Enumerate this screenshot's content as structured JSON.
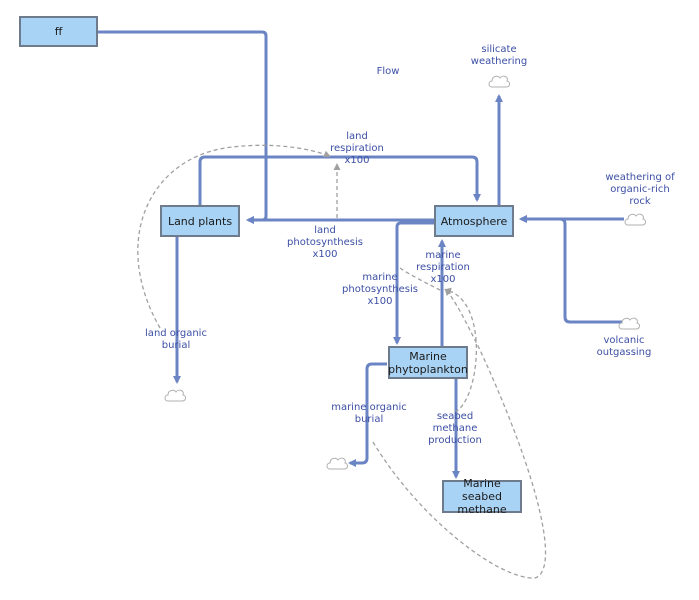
{
  "stocks": {
    "ff": "ff",
    "land_plants": "Land plants",
    "atmosphere": "Atmosphere",
    "marine_phytoplankton": "Marine phytoplankton",
    "marine_seabed_methane": "Marine seabed methane"
  },
  "labels": {
    "flow": "Flow",
    "silicate_weathering": "silicate weathering",
    "land_respiration": "land respiration x100",
    "weathering_organic_rock": "weathering of organic-rich rock",
    "land_photosynthesis": "land photosynthesis x100",
    "marine_respiration": "marine respiration x100",
    "marine_photosynthesis": "marine photosynthesis x100",
    "land_organic_burial": "land organic burial",
    "volcanic_outgassing": "volcanic outgassing",
    "marine_organic_burial": "marine organic burial",
    "seabed_methane_production": "seabed methane production"
  },
  "colors": {
    "flow": "#6b84c4",
    "stock_fill": "#a9d3f5",
    "dashed": "#a0a0a0",
    "label": "#3c4fa5"
  },
  "icons": {
    "source_sink": "cloud-icon"
  }
}
